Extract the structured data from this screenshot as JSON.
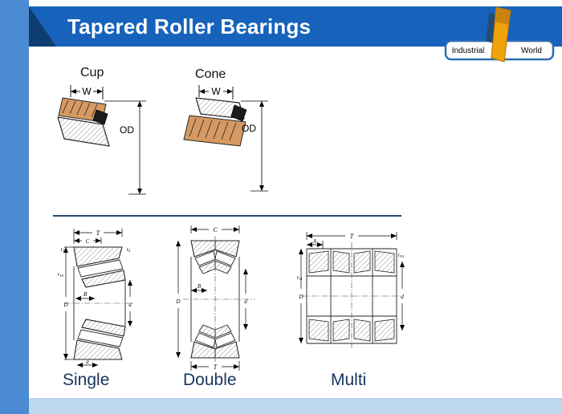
{
  "header": {
    "title": "Tapered Roller Bearings"
  },
  "logo": {
    "industrial": "Industrial",
    "world": "World"
  },
  "cup": {
    "title": "Cup",
    "w": "W",
    "od": "OD"
  },
  "cone": {
    "title": "Cone",
    "w": "W",
    "od": "OD"
  },
  "single": {
    "caption": "Single",
    "t": "T",
    "c": "C",
    "b": "B",
    "a": "a",
    "d": "d",
    "D": "D",
    "r_tl": "r₂ₐ",
    "r_tr": "rₐ",
    "r_ml": "r₃ₐ"
  },
  "double": {
    "caption": "Double",
    "c": "C",
    "b": "B",
    "t": "T",
    "d": "d",
    "D": "D"
  },
  "multi": {
    "caption": "Multi",
    "t": "T",
    "a": "A",
    "d": "d",
    "D": "D",
    "r_r": "r₂ₐ",
    "r_l": "r₁ₐ"
  }
}
